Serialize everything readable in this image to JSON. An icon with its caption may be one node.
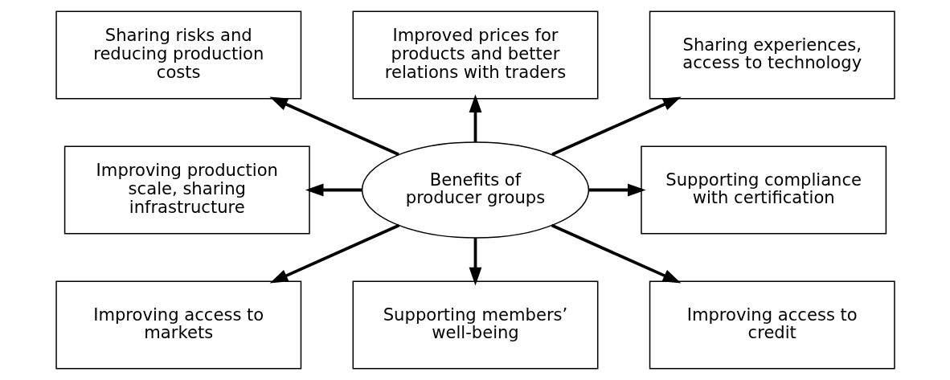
{
  "diagram": {
    "nodes": [
      {
        "text": [
          "Sharing risks and reducing production costs"
        ]
      },
      {
        "text": [
          "Improved prices for products and better relations with traders"
        ]
      },
      {
        "text": [
          "Sharing experiences, access to technology"
        ]
      },
      {
        "text": [
          "Improving production scale, sharing infrastructure"
        ]
      },
      {
        "text": [
          "Benefits of producer groups"
        ]
      },
      {
        "text": [
          "Supporting compliance with certification"
        ]
      },
      {
        "text": [
          "Improving access to markets"
        ]
      },
      {
        "text": [
          "Supporting members’ well-being"
        ]
      },
      {
        "text": [
          "Improving access to credit"
        ]
      }
    ],
    "edges": [
      {
        "from": 4,
        "to": 0,
        "arrow": "to"
      },
      {
        "from": 4,
        "to": 1,
        "arrow": "to"
      },
      {
        "from": 4,
        "to": 2,
        "arrow": "to"
      },
      {
        "from": 4,
        "to": 3,
        "arrow": "to"
      },
      {
        "from": 4,
        "to": 5,
        "arrow": "to"
      },
      {
        "from": 4,
        "to": 6,
        "arrow": "to"
      },
      {
        "from": 4,
        "to": 7,
        "arrow": "to"
      },
      {
        "from": 4,
        "to": 8,
        "arrow": "to"
      }
    ]
  }
}
